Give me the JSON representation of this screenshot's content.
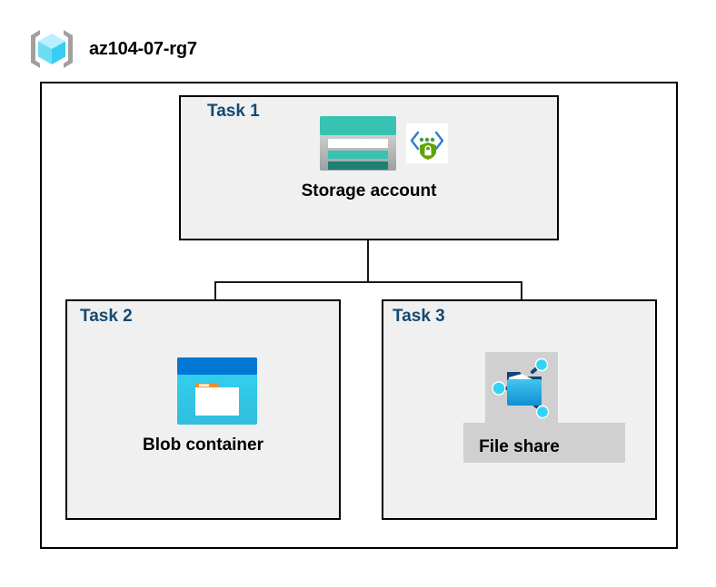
{
  "header": {
    "icon": "resource-group-icon",
    "title": "az104-07-rg7"
  },
  "diagram": {
    "type": "azure-architecture",
    "container_label": "az104-07-rg7",
    "nodes": [
      {
        "task_label": "Task 1",
        "name": "Storage account",
        "icons": [
          "storage-account-icon",
          "secure-endpoint-shield-icon"
        ]
      },
      {
        "task_label": "Task 2",
        "name": "Blob container",
        "icons": [
          "blob-container-icon"
        ]
      },
      {
        "task_label": "Task 3",
        "name": "File share",
        "icons": [
          "file-share-icon"
        ]
      }
    ],
    "connections": [
      {
        "from": "Storage account",
        "to": "Blob container"
      },
      {
        "from": "Storage account",
        "to": "File share"
      }
    ]
  },
  "colors": {
    "task_label": "#134a72",
    "box_border": "#000000",
    "box_fill": "#f0f0f0",
    "canvas": "#ffffff",
    "plate_gray": "#d0d0d0",
    "storage_teal": "#37c2b1",
    "storage_teal_dark": "#1f7f72",
    "blob_blue": "#0078d4",
    "blob_cyan": "#32bedd",
    "blob_orange": "#f78d1e",
    "shield_green": "#5ea500",
    "cube_cyan": "#9cebff",
    "bracket_gray": "#a0a0a0",
    "connector": "#1a1a1a"
  }
}
